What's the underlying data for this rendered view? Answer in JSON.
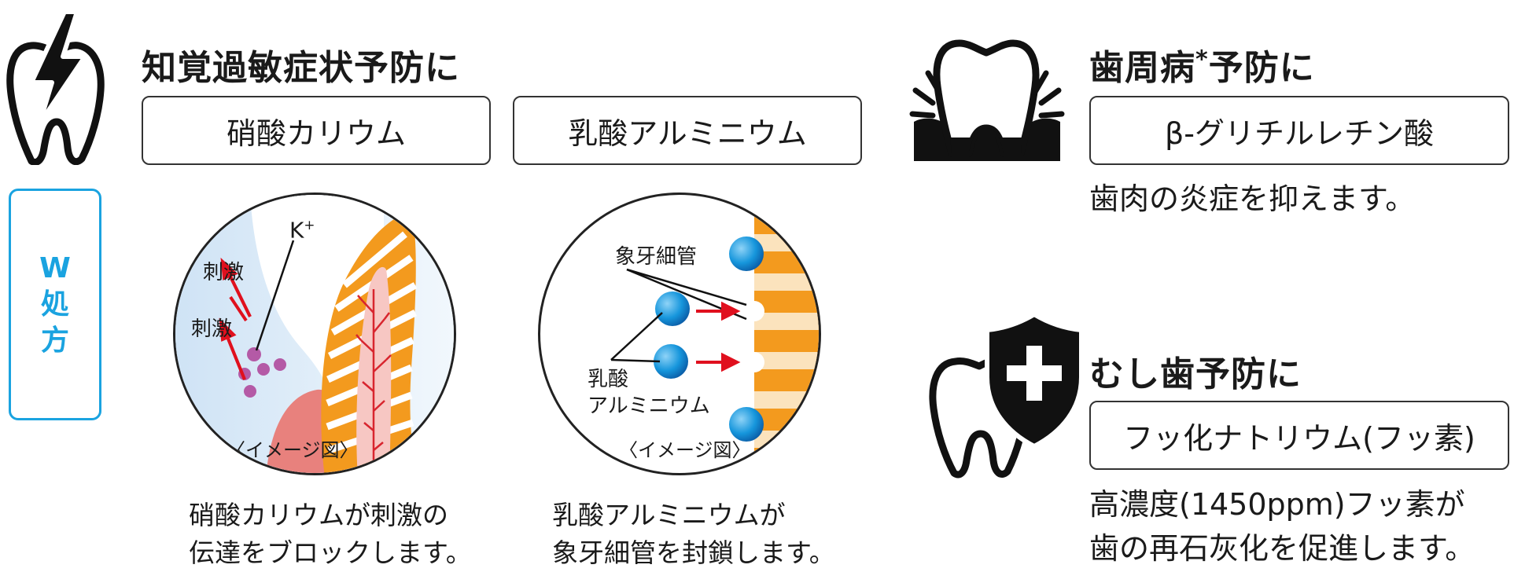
{
  "section_sensitivity": {
    "heading": "知覚過敏症状予防に",
    "ingredient_1": "硝酸カリウム",
    "ingredient_2": "乳酸アルミニウム",
    "desc_1": [
      "硝酸カリウムが刺激の",
      "伝達をブロックします。"
    ],
    "desc_2": [
      "乳酸アルミニウムが",
      "象牙細管を封鎖します。"
    ]
  },
  "w_badge": [
    "W",
    "処",
    "方"
  ],
  "figure_1": {
    "ion_label": "K",
    "ion_charge": "+",
    "stimulus_1": "刺激",
    "stimulus_2": "刺激",
    "caption": "〈イメージ図〉"
  },
  "figure_2": {
    "tubule_label": "象牙細管",
    "compound_label": [
      "乳酸",
      "アルミニウム"
    ],
    "caption": "〈イメージ図〉"
  },
  "section_periodontal": {
    "heading_main": "歯周病",
    "heading_mark": "*",
    "heading_tail": "予防に",
    "ingredient": "β-グリチルレチン酸",
    "desc": "歯肉の炎症を抑えます。"
  },
  "section_cavity": {
    "heading": "むし歯予防に",
    "ingredient": "フッ化ナトリウム(フッ素)",
    "desc": [
      "高濃度(1450ppm)フッ素が",
      "歯の再石灰化を促進します。"
    ]
  },
  "colors": {
    "badge_blue": "#1aa3e0",
    "arrow_red": "#e0101e",
    "dentin_orange": "#f39a1e",
    "gum_pink": "#e8817d",
    "ion_purple": "#b45aa6",
    "sphere_blue": "#1696dc"
  }
}
